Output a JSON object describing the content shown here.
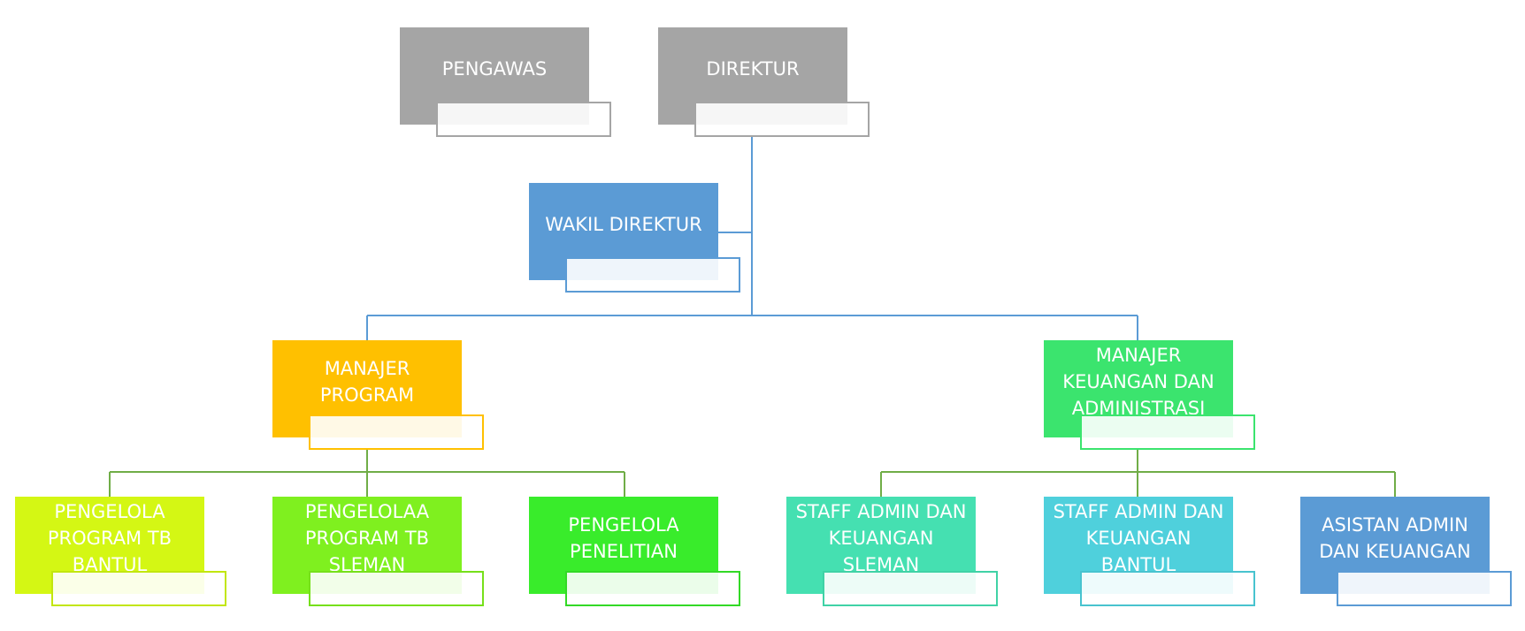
{
  "nodes": [
    {
      "id": "pengawas",
      "lines": [
        "PENGAWAS"
      ],
      "color": "#a5a5a5",
      "accent": "#a5a5a5"
    },
    {
      "id": "direktur",
      "lines": [
        "DIREKTUR"
      ],
      "color": "#a5a5a5",
      "accent": "#a5a5a5"
    },
    {
      "id": "wakil",
      "lines": [
        "WAKIL DIREKTUR"
      ],
      "color": "#5b9bd5",
      "accent": "#5b9bd5"
    },
    {
      "id": "mgr-program",
      "lines": [
        "MANAJER",
        "PROGRAM"
      ],
      "color": "#ffc000",
      "accent": "#ffc000"
    },
    {
      "id": "mgr-keuangan",
      "lines": [
        "MANAJER",
        "KEUANGAN DAN",
        "ADMINISTRASI"
      ],
      "color": "#3be46e",
      "accent": "#3be46e"
    },
    {
      "id": "tb-bantul",
      "lines": [
        "PENGELOLA",
        "PROGRAM TB",
        "BANTUL"
      ],
      "color": "#d4f714",
      "accent": "#c2e60f"
    },
    {
      "id": "tb-sleman",
      "lines": [
        "PENGELOLAA",
        "PROGRAM TB",
        "SLEMAN"
      ],
      "color": "#7ff01f",
      "accent": "#76e01a"
    },
    {
      "id": "penelitian",
      "lines": [
        "PENGELOLA",
        "PENELITIAN"
      ],
      "color": "#39ec2b",
      "accent": "#33d926"
    },
    {
      "id": "staff-sleman",
      "lines": [
        "STAFF ADMIN DAN",
        "KEUANGAN",
        "SLEMAN"
      ],
      "color": "#45e0b1",
      "accent": "#40d2a6"
    },
    {
      "id": "staff-bantul",
      "lines": [
        "STAFF ADMIN DAN",
        "KEUANGAN",
        "BANTUL"
      ],
      "color": "#4fd0dc",
      "accent": "#48c3cf"
    },
    {
      "id": "asistan",
      "lines": [
        "ASISTAN ADMIN",
        "DAN KEUANGAN"
      ],
      "color": "#5b9bd5",
      "accent": "#5b9bd5"
    }
  ],
  "connector_colors": {
    "top": "#5b9bd5",
    "program": "#70ad47",
    "keuangan": "#70ad47"
  }
}
